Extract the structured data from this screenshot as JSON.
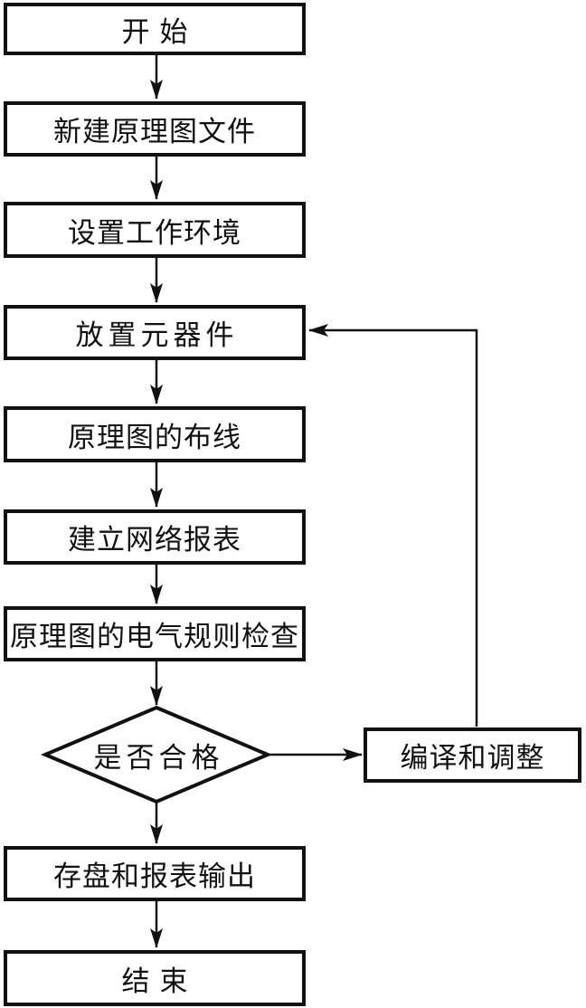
{
  "flowchart": {
    "nodes": {
      "start": "开始",
      "new_schematic_file": "新建原理图文件",
      "setup_environment": "设置工作环境",
      "place_components": "放置元器件",
      "schematic_wiring": "原理图的布线",
      "create_netlist": "建立网络报表",
      "erc_check": "原理图的电气规则检查",
      "decision_qualified": "是否合格",
      "save_and_report": "存盘和报表输出",
      "end": "结束",
      "compile_adjust": "编译和调整"
    },
    "colors": {
      "line": "#111111",
      "background": "#ffffff",
      "text": "#111111"
    }
  }
}
